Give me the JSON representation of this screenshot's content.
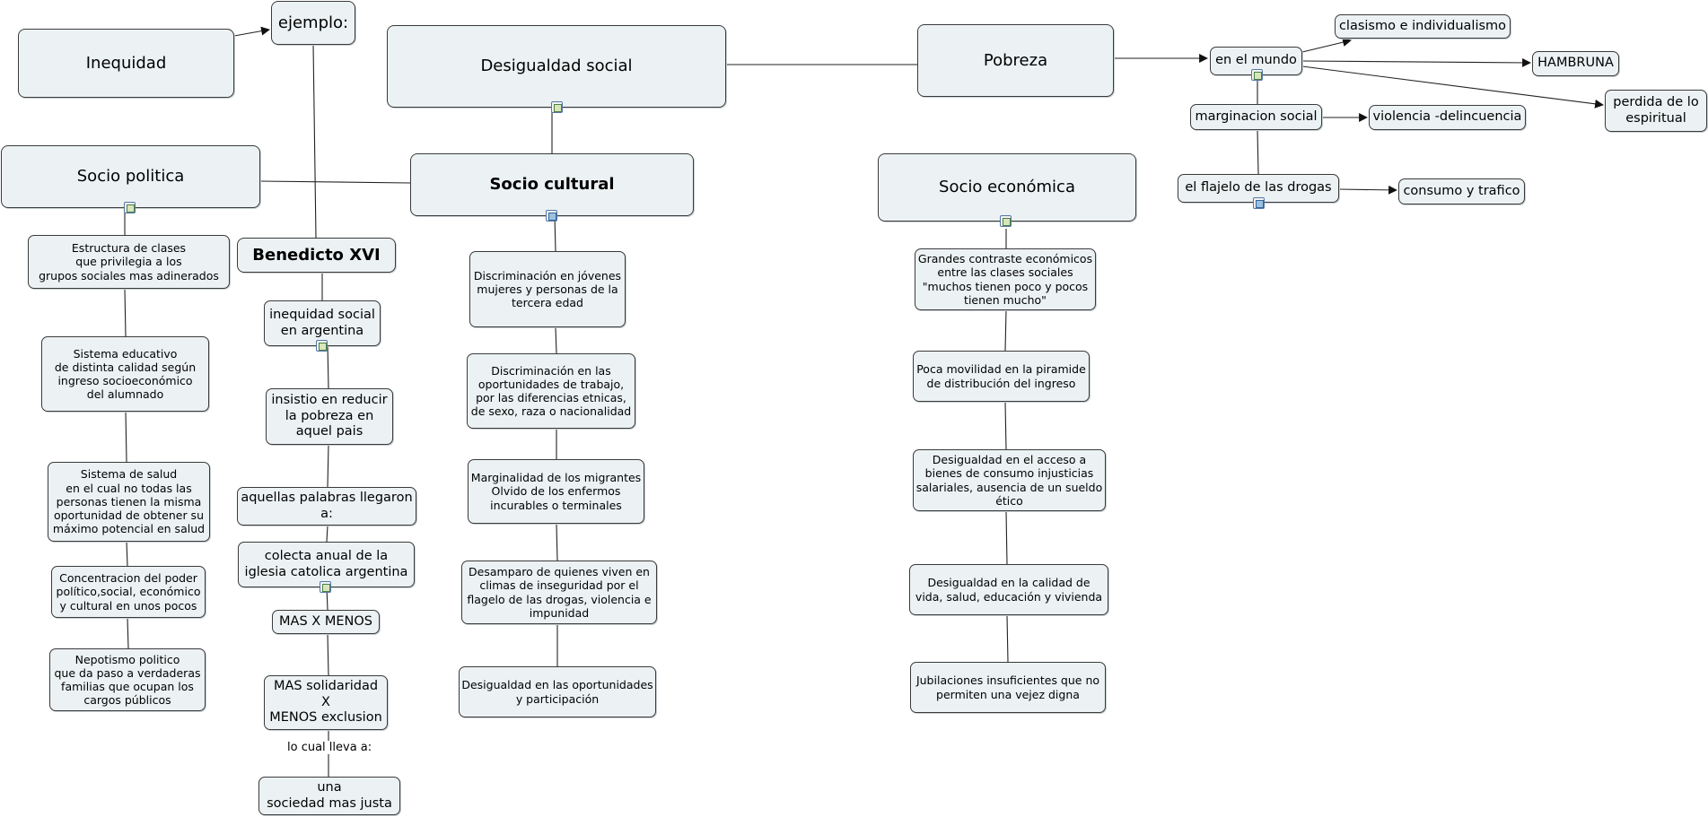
{
  "nodes": {
    "inequidad": "Inequidad",
    "ejemplo": "ejemplo:",
    "desigualdad_social": "Desigualdad social",
    "pobreza": "Pobreza",
    "socio_politica": "Socio politica",
    "socio_cultural": "Socio cultural",
    "socio_economica": "Socio económica",
    "benedicto": "Benedicto XVI",
    "en_el_mundo": "en el mundo",
    "clasismo": "clasismo e individualismo",
    "hambruna": "HAMBRUNA",
    "perdida": "perdida de lo\nespiritual",
    "marginacion": "marginacion social",
    "violencia": "violencia -delincuencia",
    "flajelo": "el flajelo de las drogas",
    "consumo": "consumo y trafico",
    "pol_1": "Estructura de clases\nque privilegia  a los\ngrupos sociales mas adinerados",
    "pol_2": "Sistema educativo\nde distinta calidad según\ningreso socioeconómico\ndel alumnado",
    "pol_3": "Sistema de salud\nen el cual no todas las\npersonas tienen la misma\noportunidad de obtener su\nmáximo  potencial en salud",
    "pol_4": "Concentracion del poder\npolítico,social, económico\ny cultural en unos pocos",
    "pol_5": "Nepotismo politico\nque da paso a verdaderas\nfamilias que ocupan los\ncargos públicos",
    "ben_1": "inequidad social\nen argentina",
    "ben_2": "insistio en reducir\nla pobreza en\naquel pais",
    "ben_3": "aquellas palabras llegaron\na:",
    "ben_4": "colecta anual de la\niglesia catolica argentina",
    "ben_5": "MAS X MENOS",
    "ben_6": "MAS solidaridad\nX\nMENOS exclusion",
    "ben_7": "una\nsociedad mas justa",
    "cul_1": "Discriminación en jóvenes\nmujeres y personas de la\ntercera edad",
    "cul_2": "Discriminación en las\noportunidades de trabajo,\npor las diferencias etnicas,\nde sexo, raza o nacionalidad",
    "cul_3": "Marginalidad de los migrantes\nOlvido de los enfermos\nincurables o terminales",
    "cul_4": "Desamparo de quienes viven en\nclimas de inseguridad por el\nflagelo de las drogas, violencia e\nimpunidad",
    "cul_5": "Desigualdad en las oportunidades\ny participación",
    "eco_1": "Grandes contraste económicos\nentre las clases sociales\n\"muchos tienen poco y pocos\ntienen mucho\"",
    "eco_2": "Poca movilidad en la piramide\nde distribución del ingreso",
    "eco_3": "Desigualdad en el acceso a\nbienes de consumo injusticias\nsalariales, ausencia de un sueldo\nético",
    "eco_4": "Desigualdad en la calidad de\nvida, salud, educación y vivienda",
    "eco_5": "Jubilaciones insuficientes que no\npermiten una vejez digna"
  },
  "link_label": "lo cual lleva a:"
}
